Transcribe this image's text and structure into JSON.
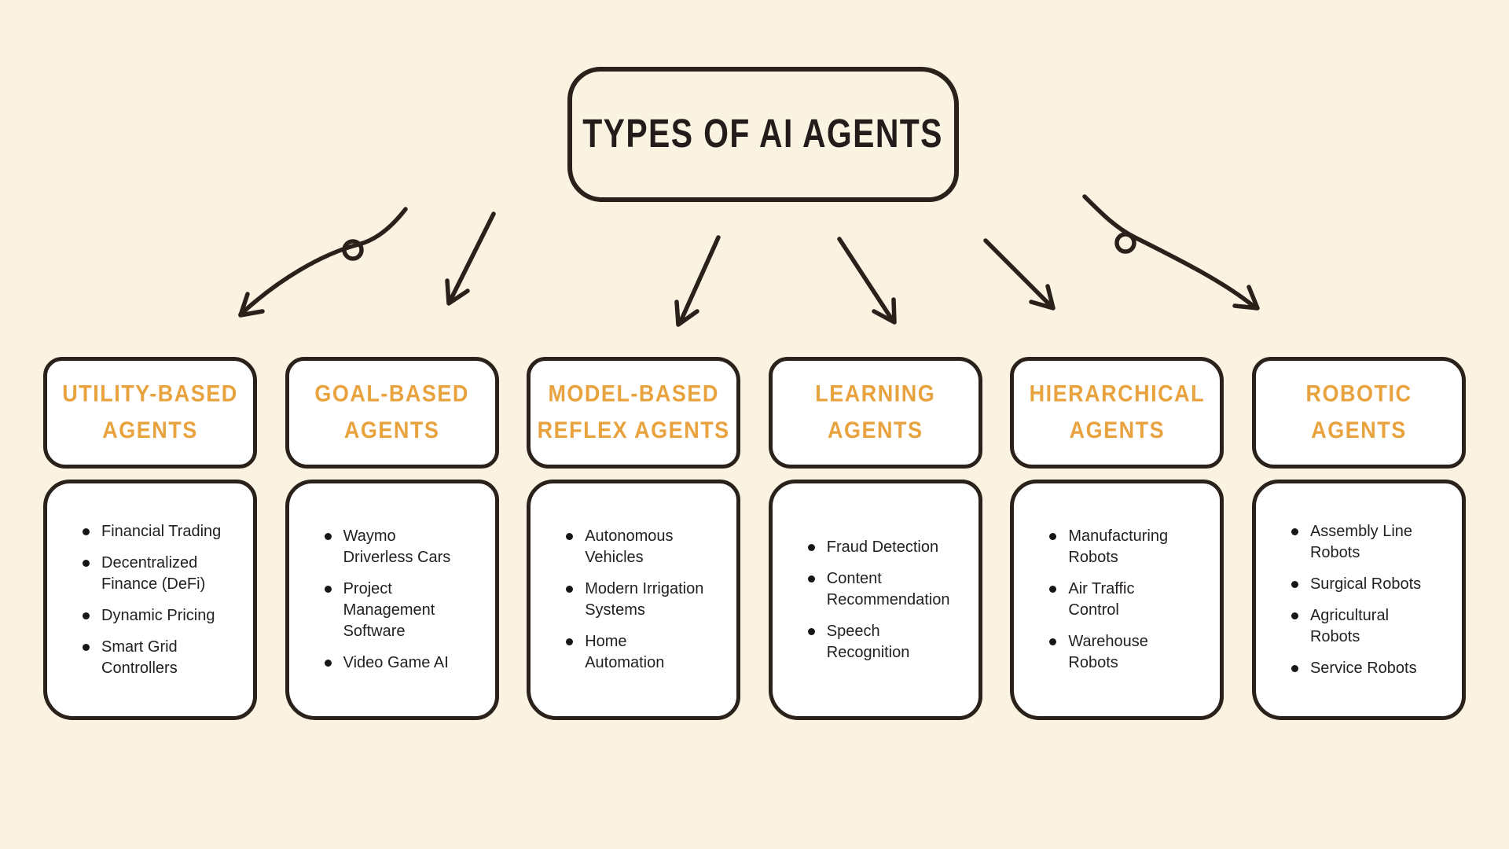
{
  "title": "TYPES OF AI AGENTS",
  "colors": {
    "background": "#FAF3E2",
    "box_fill": "#FFFFFF",
    "outline": "#2A211B",
    "heading_orange": "#E8A23E",
    "body_text": "#242021"
  },
  "columns": [
    {
      "id": "utility-based",
      "heading": "UTILITY-BASED\nAGENTS",
      "items": [
        "Financial Trading",
        "Decentralized\nFinance (DeFi)",
        "Dynamic Pricing",
        "Smart Grid\nControllers"
      ]
    },
    {
      "id": "goal-based",
      "heading": "GOAL-BASED\nAGENTS",
      "items": [
        "Waymo\nDriverless Cars",
        "Project\nManagement\nSoftware",
        "Video Game AI"
      ]
    },
    {
      "id": "model-based-reflex",
      "heading": "MODEL-BASED\nREFLEX AGENTS",
      "items": [
        "Autonomous\nVehicles",
        "Modern Irrigation\nSystems",
        "Home\nAutomation"
      ]
    },
    {
      "id": "learning",
      "heading": "LEARNING\nAGENTS",
      "items": [
        "Fraud Detection",
        "Content\nRecommendation",
        "Speech\nRecognition"
      ]
    },
    {
      "id": "hierarchical",
      "heading": "HIERARCHICAL\nAGENTS",
      "items": [
        "Manufacturing\nRobots",
        "Air Traffic\nControl",
        "Warehouse\nRobots"
      ]
    },
    {
      "id": "robotic",
      "heading": "ROBOTIC\nAGENTS",
      "items": [
        "Assembly Line\nRobots",
        "Surgical Robots",
        "Agricultural\nRobots",
        "Service Robots"
      ]
    }
  ]
}
